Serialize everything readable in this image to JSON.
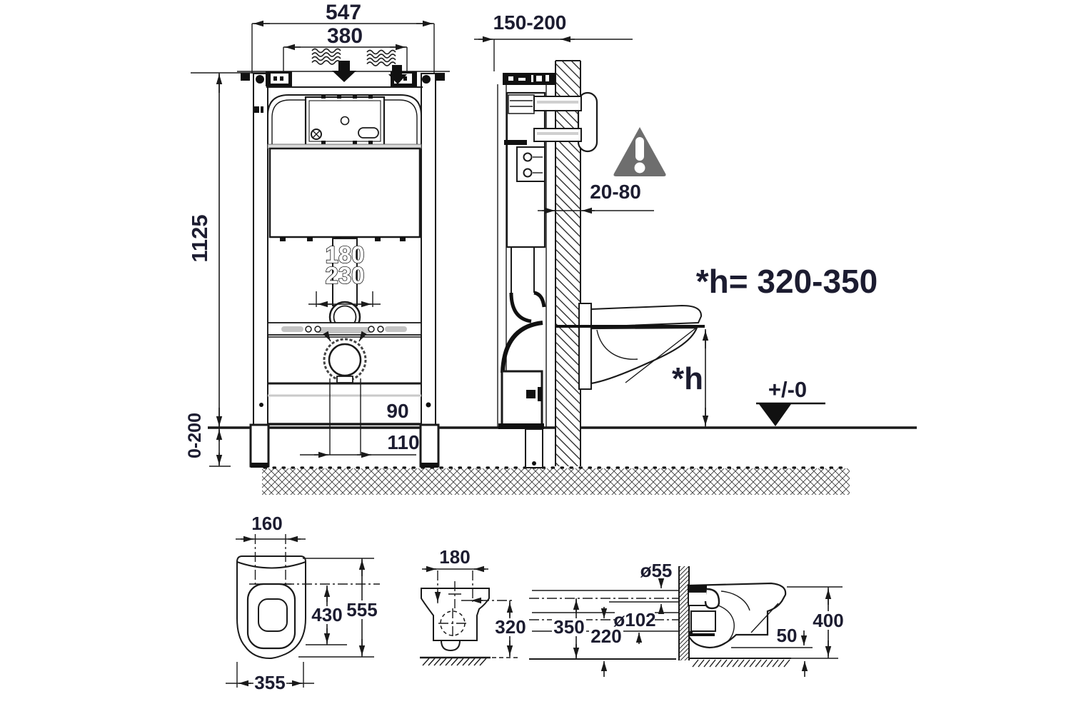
{
  "figure": {
    "frame_front": {
      "width_total": "547",
      "width_inlet": "380",
      "height": "1125",
      "offset_180": "180",
      "offset_230": "230",
      "outlet_90": "90",
      "outlet_110": "110",
      "floor_range": "0-200"
    },
    "frame_side": {
      "depth_range": "150-200",
      "wall_range": "20-80",
      "height_note": "*h= 320-350",
      "height_label": "*h",
      "floor_level": "+/-0"
    },
    "pan_top": {
      "d160": "160",
      "d555": "555",
      "d430": "430",
      "d355": "355"
    },
    "pan_front": {
      "d180": "180",
      "d320": "320"
    },
    "pan_side": {
      "d55": "ø55",
      "d102": "ø102",
      "d350": "350",
      "d220": "220",
      "d50": "50",
      "d400": "400"
    }
  },
  "colors": {
    "dim_text": "#1c1c30",
    "line": "#1a1a1a",
    "warning_gray": "#6e6e6e",
    "background": "#ffffff"
  }
}
